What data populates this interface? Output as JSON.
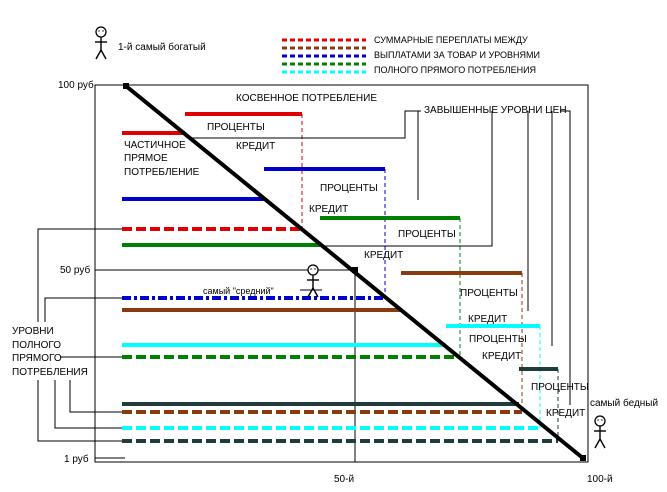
{
  "people": {
    "richest": "1-й самый богатый",
    "middle": "самый \"средний\"",
    "poorest": "самый бедный"
  },
  "axes": {
    "y_top": "100 руб",
    "y_mid": "50 руб",
    "y_bottom": "1 руб",
    "x_mid": "50-й",
    "x_right": "100-й"
  },
  "legend": {
    "title_lines": [
      "СУММАРНЫЕ ПЕРЕПЛАТЫ МЕЖДУ",
      "ВЫПЛАТАМИ ЗА ТОВАР И УРОВНЯМИ",
      "ПОЛНОГО ПРЯМОГО ПОТРЕБЛЕНИЯ"
    ],
    "colors": [
      "#e00000",
      "#8b3a0f",
      "#0000cc",
      "#008000",
      "#00ffff"
    ]
  },
  "labels": {
    "indirect": "КОСВЕННОЕ ПОТРЕБЛЕНИЕ",
    "inflated": "ЗАВЫШЕННЫЕ УРОВНИ ЦЕН",
    "partial_lines": [
      "ЧАСТИЧНОЕ",
      "ПРЯМОЕ",
      "ПОТРЕБЛЕНИЕ"
    ],
    "levels_lines": [
      "УРОВНИ",
      "ПОЛНОГО",
      "ПРЯМОГО",
      "ПОТРЕБЛЕНИЯ"
    ]
  },
  "groups": [
    {
      "color": "#e00000",
      "interest": "ПРОЦЕНТЫ",
      "credit": "КРЕДИТ"
    },
    {
      "color": "#0000cc",
      "interest": "ПРОЦЕНТЫ",
      "credit": "КРЕДИТ"
    },
    {
      "color": "#008000",
      "interest": "ПРОЦЕНТЫ",
      "credit": "КРЕДИТ"
    },
    {
      "color": "#8b3a0f",
      "interest": "ПРОЦЕНТЫ",
      "credit": "КРЕДИТ"
    },
    {
      "color": "#00ffff",
      "interest": "ПРОЦЕНТЫ",
      "credit": "КРЕДИТ"
    },
    {
      "color": "#1e3d3a",
      "interest": "ПРОЦЕНТЫ",
      "credit": "КРЕДИТ"
    }
  ]
}
